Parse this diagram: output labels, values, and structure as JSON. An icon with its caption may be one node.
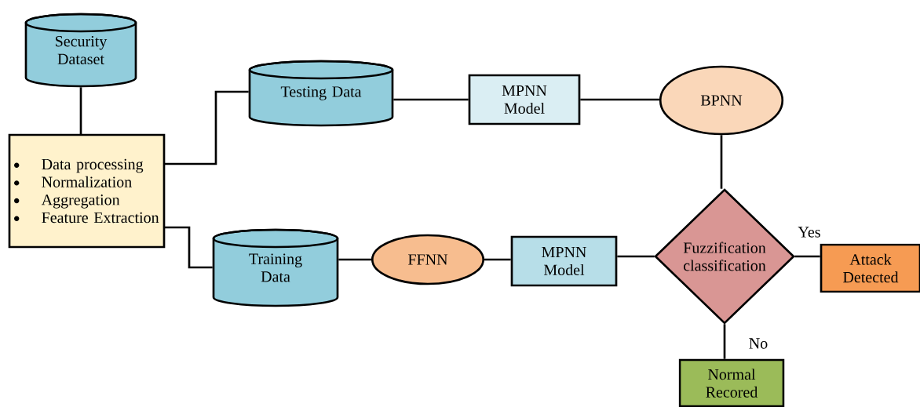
{
  "diagram": {
    "nodes": [
      {
        "text": [
          "Security Dataset"
        ]
      },
      {
        "text": [
          "Data processing",
          "Normalization",
          "Aggregation",
          "Feature Extraction"
        ]
      },
      {
        "text": [
          "Testing Data"
        ]
      },
      {
        "text": [
          "MPNN Model"
        ]
      },
      {
        "text": [
          "BPNN"
        ]
      },
      {
        "text": [
          "Training Data"
        ]
      },
      {
        "text": [
          "FFNN"
        ]
      },
      {
        "text": [
          "MPNN Model"
        ]
      },
      {
        "text": [
          "Fuzzification classification"
        ]
      },
      {
        "text": [
          "Attack Detected"
        ]
      },
      {
        "text": [
          "Normal Recored"
        ]
      }
    ],
    "edges": [
      {
        "from": 0,
        "to": 1,
        "arrow": "none"
      },
      {
        "from": 1,
        "to": 2,
        "arrow": "none"
      },
      {
        "from": 2,
        "to": 3,
        "arrow": "none"
      },
      {
        "from": 3,
        "to": 4,
        "arrow": "none"
      },
      {
        "from": 4,
        "to": 8,
        "arrow": "none"
      },
      {
        "from": 1,
        "to": 5,
        "arrow": "none"
      },
      {
        "from": 5,
        "to": 6,
        "arrow": "none"
      },
      {
        "from": 6,
        "to": 7,
        "arrow": "none"
      },
      {
        "from": 7,
        "to": 8,
        "arrow": "none"
      },
      {
        "from": 8,
        "to": 9,
        "arrow": "none",
        "label": "Yes"
      },
      {
        "from": 8,
        "to": 10,
        "arrow": "none",
        "label": "No"
      }
    ]
  }
}
